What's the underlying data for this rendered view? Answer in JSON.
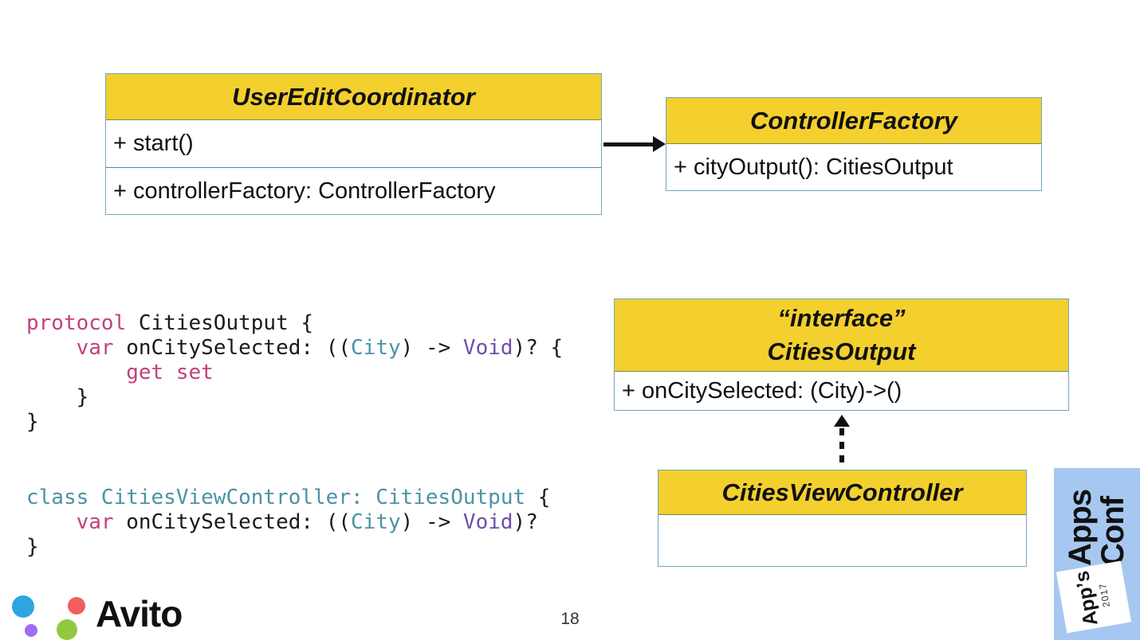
{
  "uml": {
    "user_edit_coordinator": {
      "title": "UserEditCoordinator",
      "members": [
        "+ start()",
        "+ controllerFactory: ControllerFactory"
      ]
    },
    "controller_factory": {
      "title": "ControllerFactory",
      "members": [
        "+ cityOutput(): CitiesOutput"
      ]
    },
    "cities_output_interface": {
      "stereotype": "“interface”",
      "title": "CitiesOutput",
      "members": [
        "+ onCitySelected: (City)->()"
      ]
    },
    "cities_view_controller": {
      "title": "CitiesViewController",
      "members": []
    }
  },
  "code": {
    "protocol_block": {
      "lines": [
        {
          "segs": [
            {
              "t": "protocol ",
              "c": "kw"
            },
            {
              "t": "CitiesOutput {",
              "c": "pl"
            }
          ]
        },
        {
          "segs": [
            {
              "t": "    ",
              "c": "pl"
            },
            {
              "t": "var",
              "c": "kw"
            },
            {
              "t": " onCitySelected: ((",
              "c": "pl"
            },
            {
              "t": "City",
              "c": "ty"
            },
            {
              "t": ") -> ",
              "c": "pl"
            },
            {
              "t": "Void",
              "c": "vd"
            },
            {
              "t": ")? {",
              "c": "pl"
            }
          ]
        },
        {
          "segs": [
            {
              "t": "        ",
              "c": "pl"
            },
            {
              "t": "get set",
              "c": "kw"
            }
          ]
        },
        {
          "segs": [
            {
              "t": "    }",
              "c": "pl"
            }
          ]
        },
        {
          "segs": [
            {
              "t": "}",
              "c": "pl"
            }
          ]
        }
      ]
    },
    "class_block": {
      "lines": [
        {
          "segs": [
            {
              "t": "class CitiesViewController: CitiesOutput",
              "c": "ty"
            },
            {
              "t": " {",
              "c": "pl"
            }
          ]
        },
        {
          "segs": [
            {
              "t": "    ",
              "c": "pl"
            },
            {
              "t": "var",
              "c": "kw"
            },
            {
              "t": " onCitySelected: ((",
              "c": "pl"
            },
            {
              "t": "City",
              "c": "ty"
            },
            {
              "t": ") -> ",
              "c": "pl"
            },
            {
              "t": "Void",
              "c": "vd"
            },
            {
              "t": ")?",
              "c": "pl"
            }
          ]
        },
        {
          "segs": [
            {
              "t": "}",
              "c": "pl"
            }
          ]
        }
      ]
    }
  },
  "footer": {
    "logo_text": "Avito",
    "page_number": "18"
  },
  "banner": {
    "line1": "Apps",
    "line2": "Conf",
    "badge_title": "Appʼs",
    "badge_year": "2017"
  },
  "colors": {
    "uml_header_yellow": "#f3d02e",
    "uml_border_blue": "#4d86a3",
    "code_keyword_pink": "#c2417c",
    "code_type_teal": "#4a93a5",
    "code_void_purple": "#6f4fa8",
    "banner_blue": "#a6c8f0",
    "logo_blue": "#2da5e1",
    "logo_red": "#f25e5e",
    "logo_purple": "#a06bf5",
    "logo_green": "#92c83e",
    "arrow_black": "#111111"
  }
}
